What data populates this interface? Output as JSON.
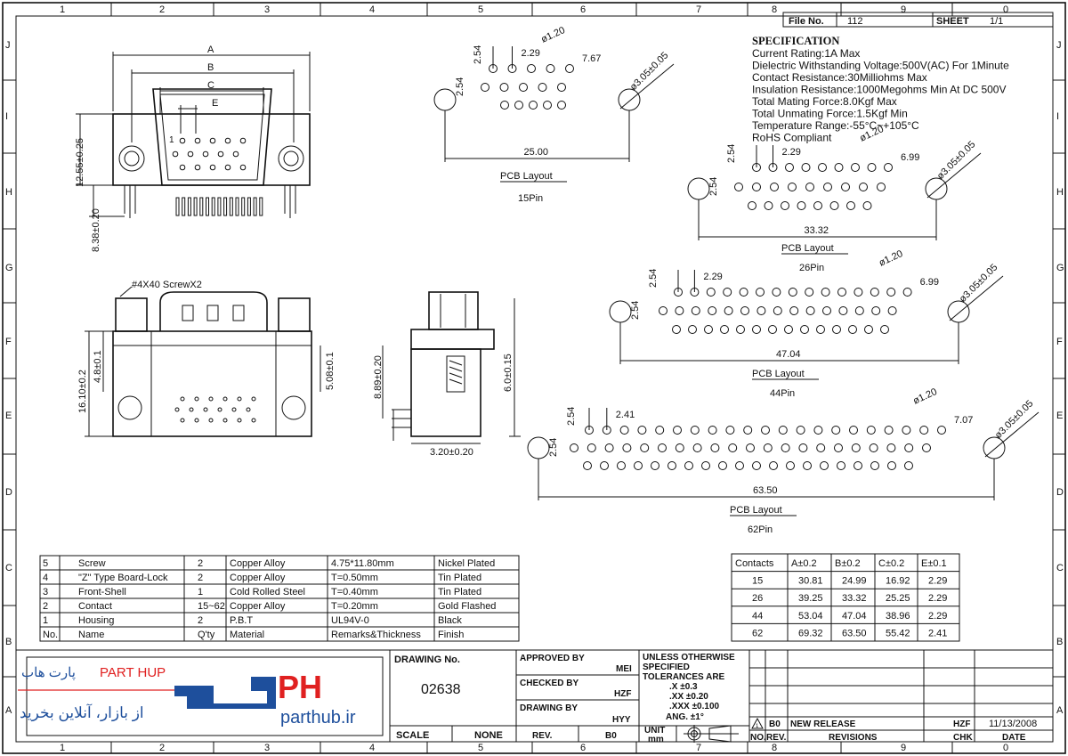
{
  "frame": {
    "columns": [
      "1",
      "2",
      "3",
      "4",
      "5",
      "6",
      "7",
      "8",
      "9",
      "0"
    ],
    "rows": [
      "J",
      "I",
      "H",
      "G",
      "F",
      "E",
      "D",
      "C",
      "B",
      "A"
    ]
  },
  "header": {
    "file_no_label": "File No.",
    "file_no": "112",
    "sheet_label": "SHEET",
    "sheet": "1/1"
  },
  "specification": {
    "title": "SPECIFICATION",
    "lines": [
      "Current Rating:1A Max",
      "Dielectric Withstanding Voltage:500V(AC) For 1Minute",
      "Contact Resistance:30Milliohms Max",
      "Insulation Resistance:1000Megohms Min At DC 500V",
      "Total Mating Force:8.0Kgf Max",
      "Total Unmating Force:1.5Kgf Min",
      "Temperature Range:-55°C~+105°C",
      "RoHS Compliant"
    ]
  },
  "front_view": {
    "dims": {
      "a": "A",
      "b": "B",
      "c": "C",
      "e": "E",
      "height": "12.55±0.25",
      "pin": "8.38±0.20",
      "pin1": "1"
    }
  },
  "side_view": {
    "screw_note": "#4X40 ScrewX2",
    "dims": {
      "h1": "16.10±0.2",
      "h2": "4.8±0.1",
      "h3": "5.08±0.1"
    }
  },
  "right_view": {
    "dims": {
      "h1": "8.89±0.20",
      "h2": "6.0±0.15",
      "w": "3.20±0.20"
    }
  },
  "pcb_layouts": [
    {
      "pins": "15Pin",
      "label": "PCB Layout",
      "width": "25.00",
      "pitch": "2.29",
      "row": "2.54",
      "row2": "2.54",
      "hole": "ø1.20",
      "mount": "ø3.05±0.05",
      "offset": "7.67",
      "holes": [
        5,
        5,
        5
      ]
    },
    {
      "pins": "26Pin",
      "label": "PCB Layout",
      "width": "33.32",
      "pitch": "2.29",
      "row": "2.54",
      "row2": "2.54",
      "hole": "ø1.20",
      "mount": "ø3.05±0.05",
      "offset": "6.99",
      "holes": [
        9,
        9,
        8
      ]
    },
    {
      "pins": "44Pin",
      "label": "PCB Layout",
      "width": "47.04",
      "pitch": "2.29",
      "row": "2.54",
      "row2": "2.54",
      "hole": "ø1.20",
      "mount": "ø3.05±0.05",
      "offset": "6.99",
      "holes": [
        15,
        15,
        14
      ]
    },
    {
      "pins": "62Pin",
      "label": "PCB Layout",
      "width": "63.50",
      "pitch": "2.41",
      "row": "2.54",
      "row2": "2.54",
      "hole": "ø1.20",
      "mount": "ø3.05±0.05",
      "offset": "7.07",
      "holes": [
        21,
        21,
        20
      ]
    }
  ],
  "parts_table": {
    "header": [
      "No.",
      "Name",
      "Q'ty",
      "Material",
      "Remarks&Thickness",
      "Finish"
    ],
    "rows": [
      [
        "5",
        "Screw",
        "2",
        "Copper Alloy",
        "4.75*11.80mm",
        "Nickel  Plated"
      ],
      [
        "4",
        "\"Z\" Type Board-Lock",
        "2",
        "Copper Alloy",
        "T=0.50mm",
        "Tin Plated"
      ],
      [
        "3",
        "Front-Shell",
        "1",
        "Cold Rolled Steel",
        "T=0.40mm",
        "Tin Plated"
      ],
      [
        "2",
        "Contact",
        "15~62",
        "Copper Alloy",
        "T=0.20mm",
        "Gold Flashed"
      ],
      [
        "1",
        "Housing",
        "2",
        "P.B.T",
        "UL94V-0",
        "Black"
      ]
    ]
  },
  "dims_table": {
    "header": [
      "Contacts",
      "A±0.2",
      "B±0.2",
      "C±0.2",
      "E±0.1"
    ],
    "rows": [
      [
        "15",
        "30.81",
        "24.99",
        "16.92",
        "2.29"
      ],
      [
        "26",
        "39.25",
        "33.32",
        "25.25",
        "2.29"
      ],
      [
        "44",
        "53.04",
        "47.04",
        "38.96",
        "2.29"
      ],
      [
        "62",
        "69.32",
        "63.50",
        "55.42",
        "2.41"
      ]
    ]
  },
  "logo": {
    "fa_name": "پارت هاب",
    "en_name": "PART HUP",
    "tagline": "از بازار، آنلاین بخرید",
    "mark": "PH",
    "url": "parthub.ir",
    "red": "#e02020",
    "blue": "#1e4f9c"
  },
  "title_block": {
    "drawing_no_label": "DRAWING No.",
    "drawing_no": "02638",
    "scale_label": "SCALE",
    "scale": "NONE",
    "approved_label": "APPROVED BY",
    "approved": "MEI",
    "checked_label": "CHECKED BY",
    "checked": "HZF",
    "drawing_label": "DRAWING BY",
    "drawing": "HYY",
    "rev_label": "REV.",
    "rev": "B0",
    "tolerance_lines": [
      "UNLESS OTHERWISE",
      "SPECIFIED",
      "TOLERANCES ARE",
      ".X     ±0.3",
      ".XX    ±0.20",
      ".XXX  ±0.100",
      "ANG.  ±1°"
    ],
    "unit_label": "UNIT",
    "unit": "mm"
  },
  "revisions": {
    "no": "1",
    "rev": "B0",
    "description": "NEW RELEASE",
    "chk": "HZF",
    "date": "11/13/2008",
    "headers": [
      "NO.",
      "REV.",
      "REVISIONS",
      "CHK",
      "DATE"
    ]
  }
}
